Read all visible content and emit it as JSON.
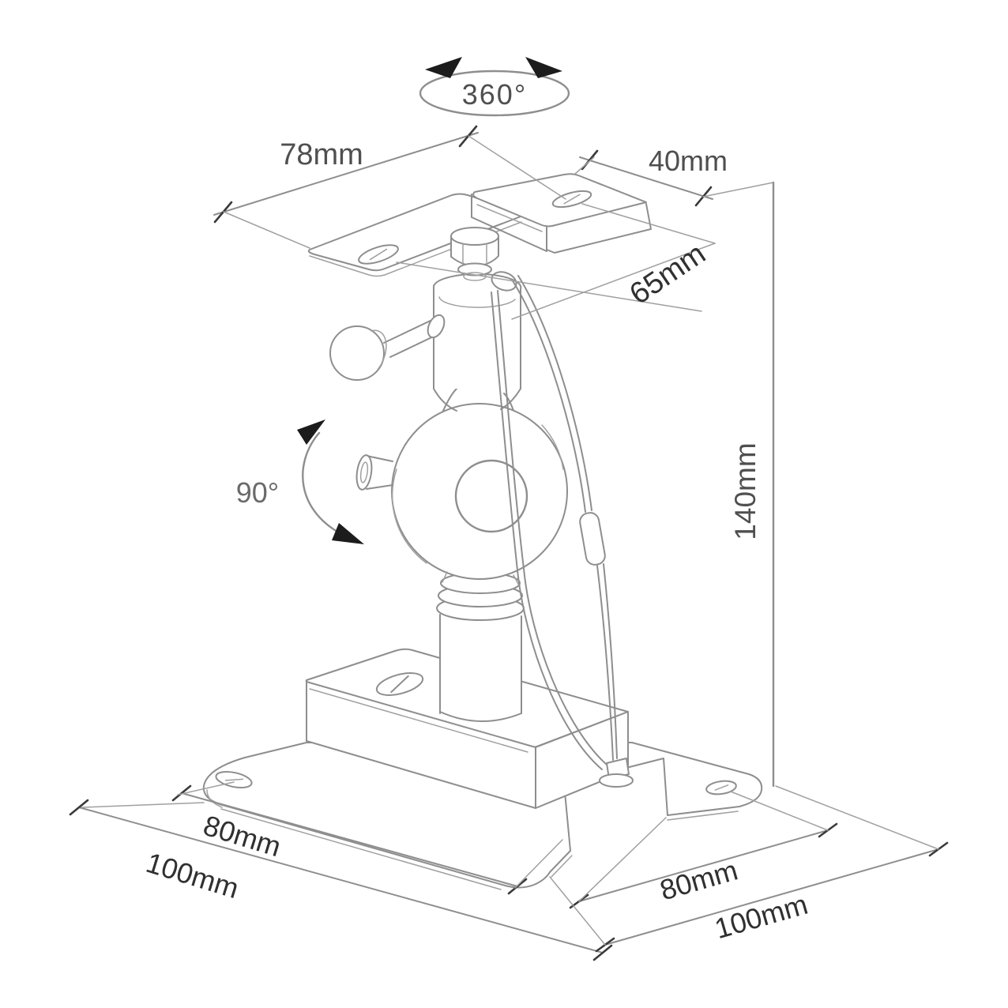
{
  "diagram": {
    "description": "isometric dimensional line drawing of a ceiling speaker mount bracket",
    "colors": {
      "background": "#ffffff",
      "line": "#8e8e8e",
      "dark_accent": "#1c1c1c",
      "label_gray": "#4f4f4f",
      "label_dark": "#303030"
    },
    "labels": {
      "rotation": "360°",
      "top_plate_width": "78mm",
      "top_plate_depth": "40mm",
      "slot_spacing": "65mm",
      "tilt_angle": "90°",
      "height": "140mm",
      "base_left": {
        "hole_spacing": "80mm",
        "width": "100mm"
      },
      "base_right": {
        "hole_spacing": "80mm",
        "width": "100mm"
      }
    }
  }
}
